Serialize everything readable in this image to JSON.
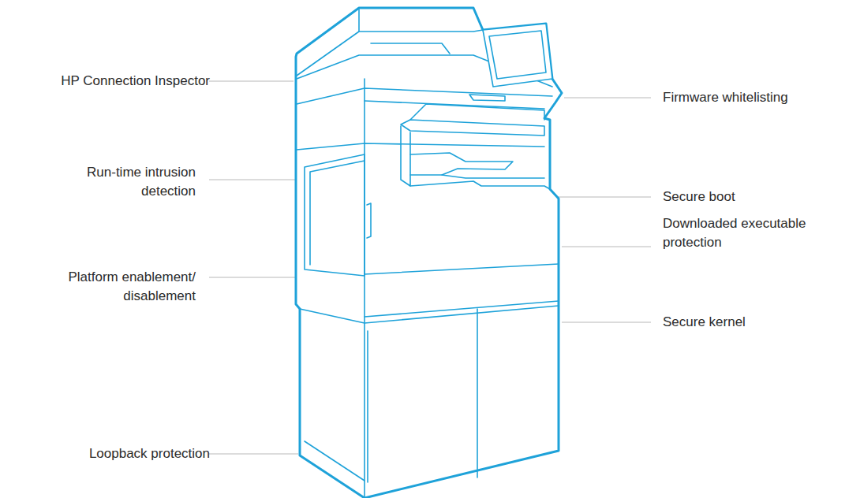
{
  "diagram": {
    "labels": [
      "HP Connection Inspector",
      "Firmware whitelisting",
      "Run-time intrusion detection",
      "Secure boot",
      "Downloaded executable protection",
      "Platform enablement/ disablement",
      "Secure kernel",
      "Loopback protection"
    ]
  }
}
